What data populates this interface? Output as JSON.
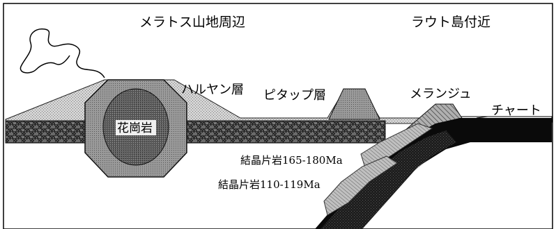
{
  "regions": {
    "meratus": "メラトス山地周辺",
    "laut": "ラウト島付近"
  },
  "labels": {
    "granite": "花崗岩",
    "haruyan": "ハルヤン層",
    "pitap": "ピタップ層",
    "melange": "メランジュ",
    "chert": "チャート",
    "schist_old": "結晶片岩165-180Ma",
    "schist_young": "結晶片岩110-119Ma"
  },
  "colors": {
    "frame": "#000000",
    "upper_layer": "#c9c9c9",
    "octagon": "#8f8f8f",
    "granite_core": "#5c5c5c",
    "dark_band": "#3a3a3a",
    "slab": "#0a0a0a",
    "schist": "#b8b8b8"
  }
}
